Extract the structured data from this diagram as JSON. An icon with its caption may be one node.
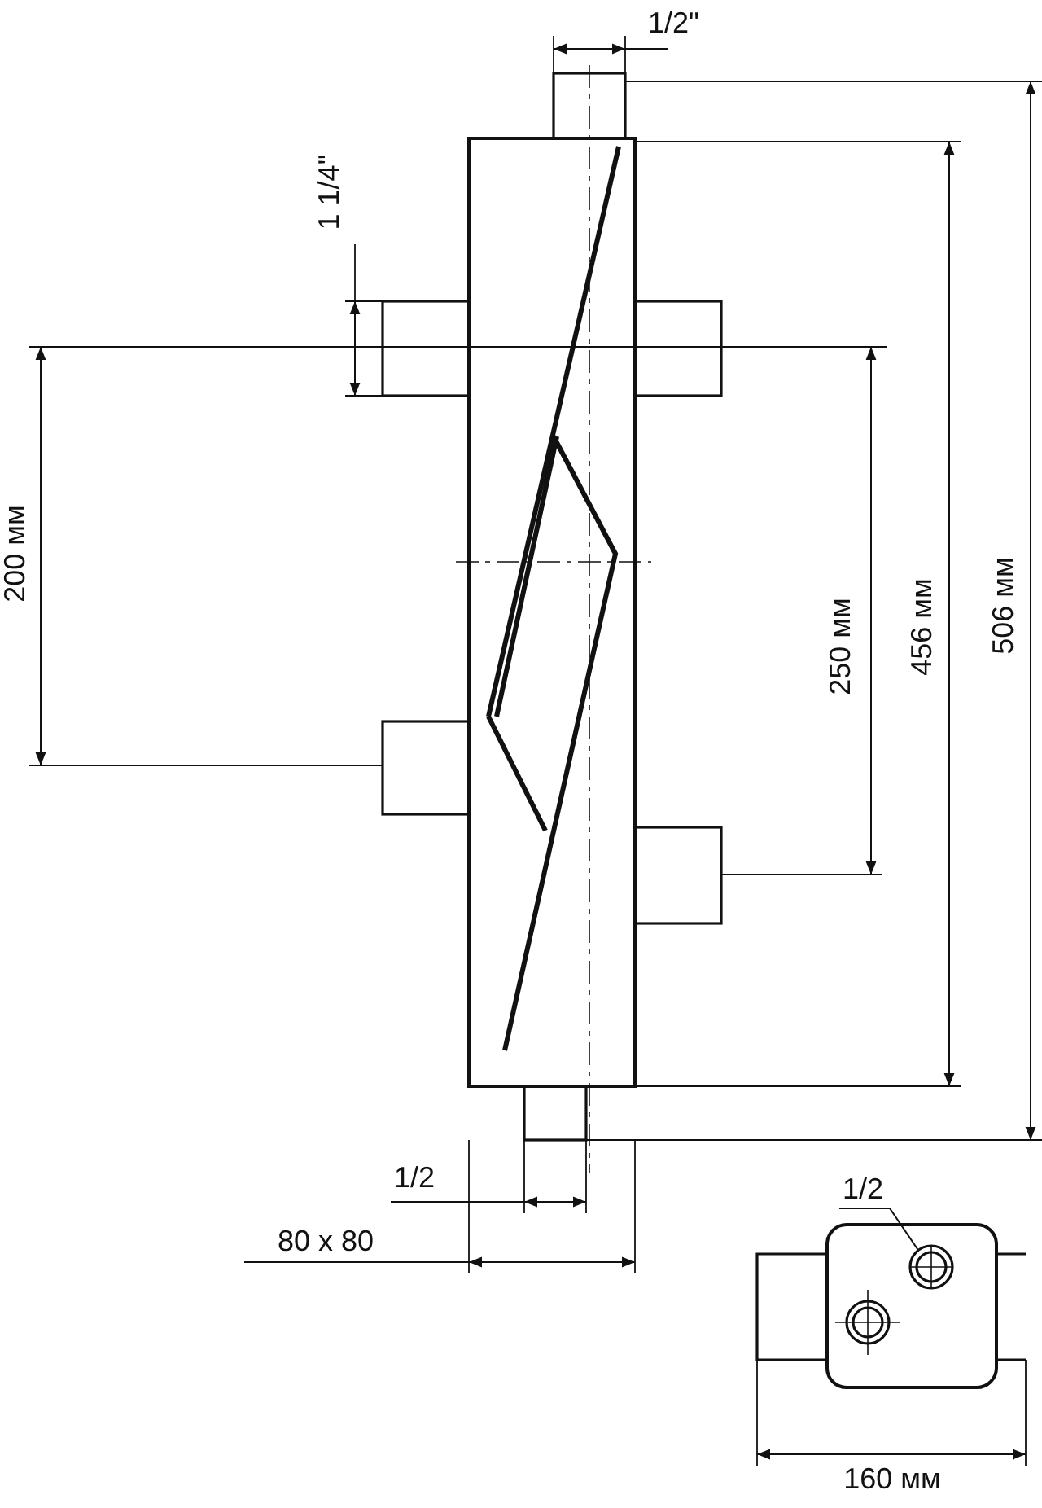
{
  "diagram": {
    "nodes": [
      {
        "text": [
          "1/2"
        ]
      },
      {
        "text": [],
        "shape": "circle"
      }
    ],
    "edges": [
      {
        "from": 0,
        "to": 1,
        "arrow": "none"
      }
    ],
    "labels": [
      "1/2\"",
      "1 1/4\"",
      "200 мм",
      "250 мм",
      "456 мм",
      "506 мм",
      "1/2",
      "80 x 80",
      "160 мм"
    ]
  }
}
